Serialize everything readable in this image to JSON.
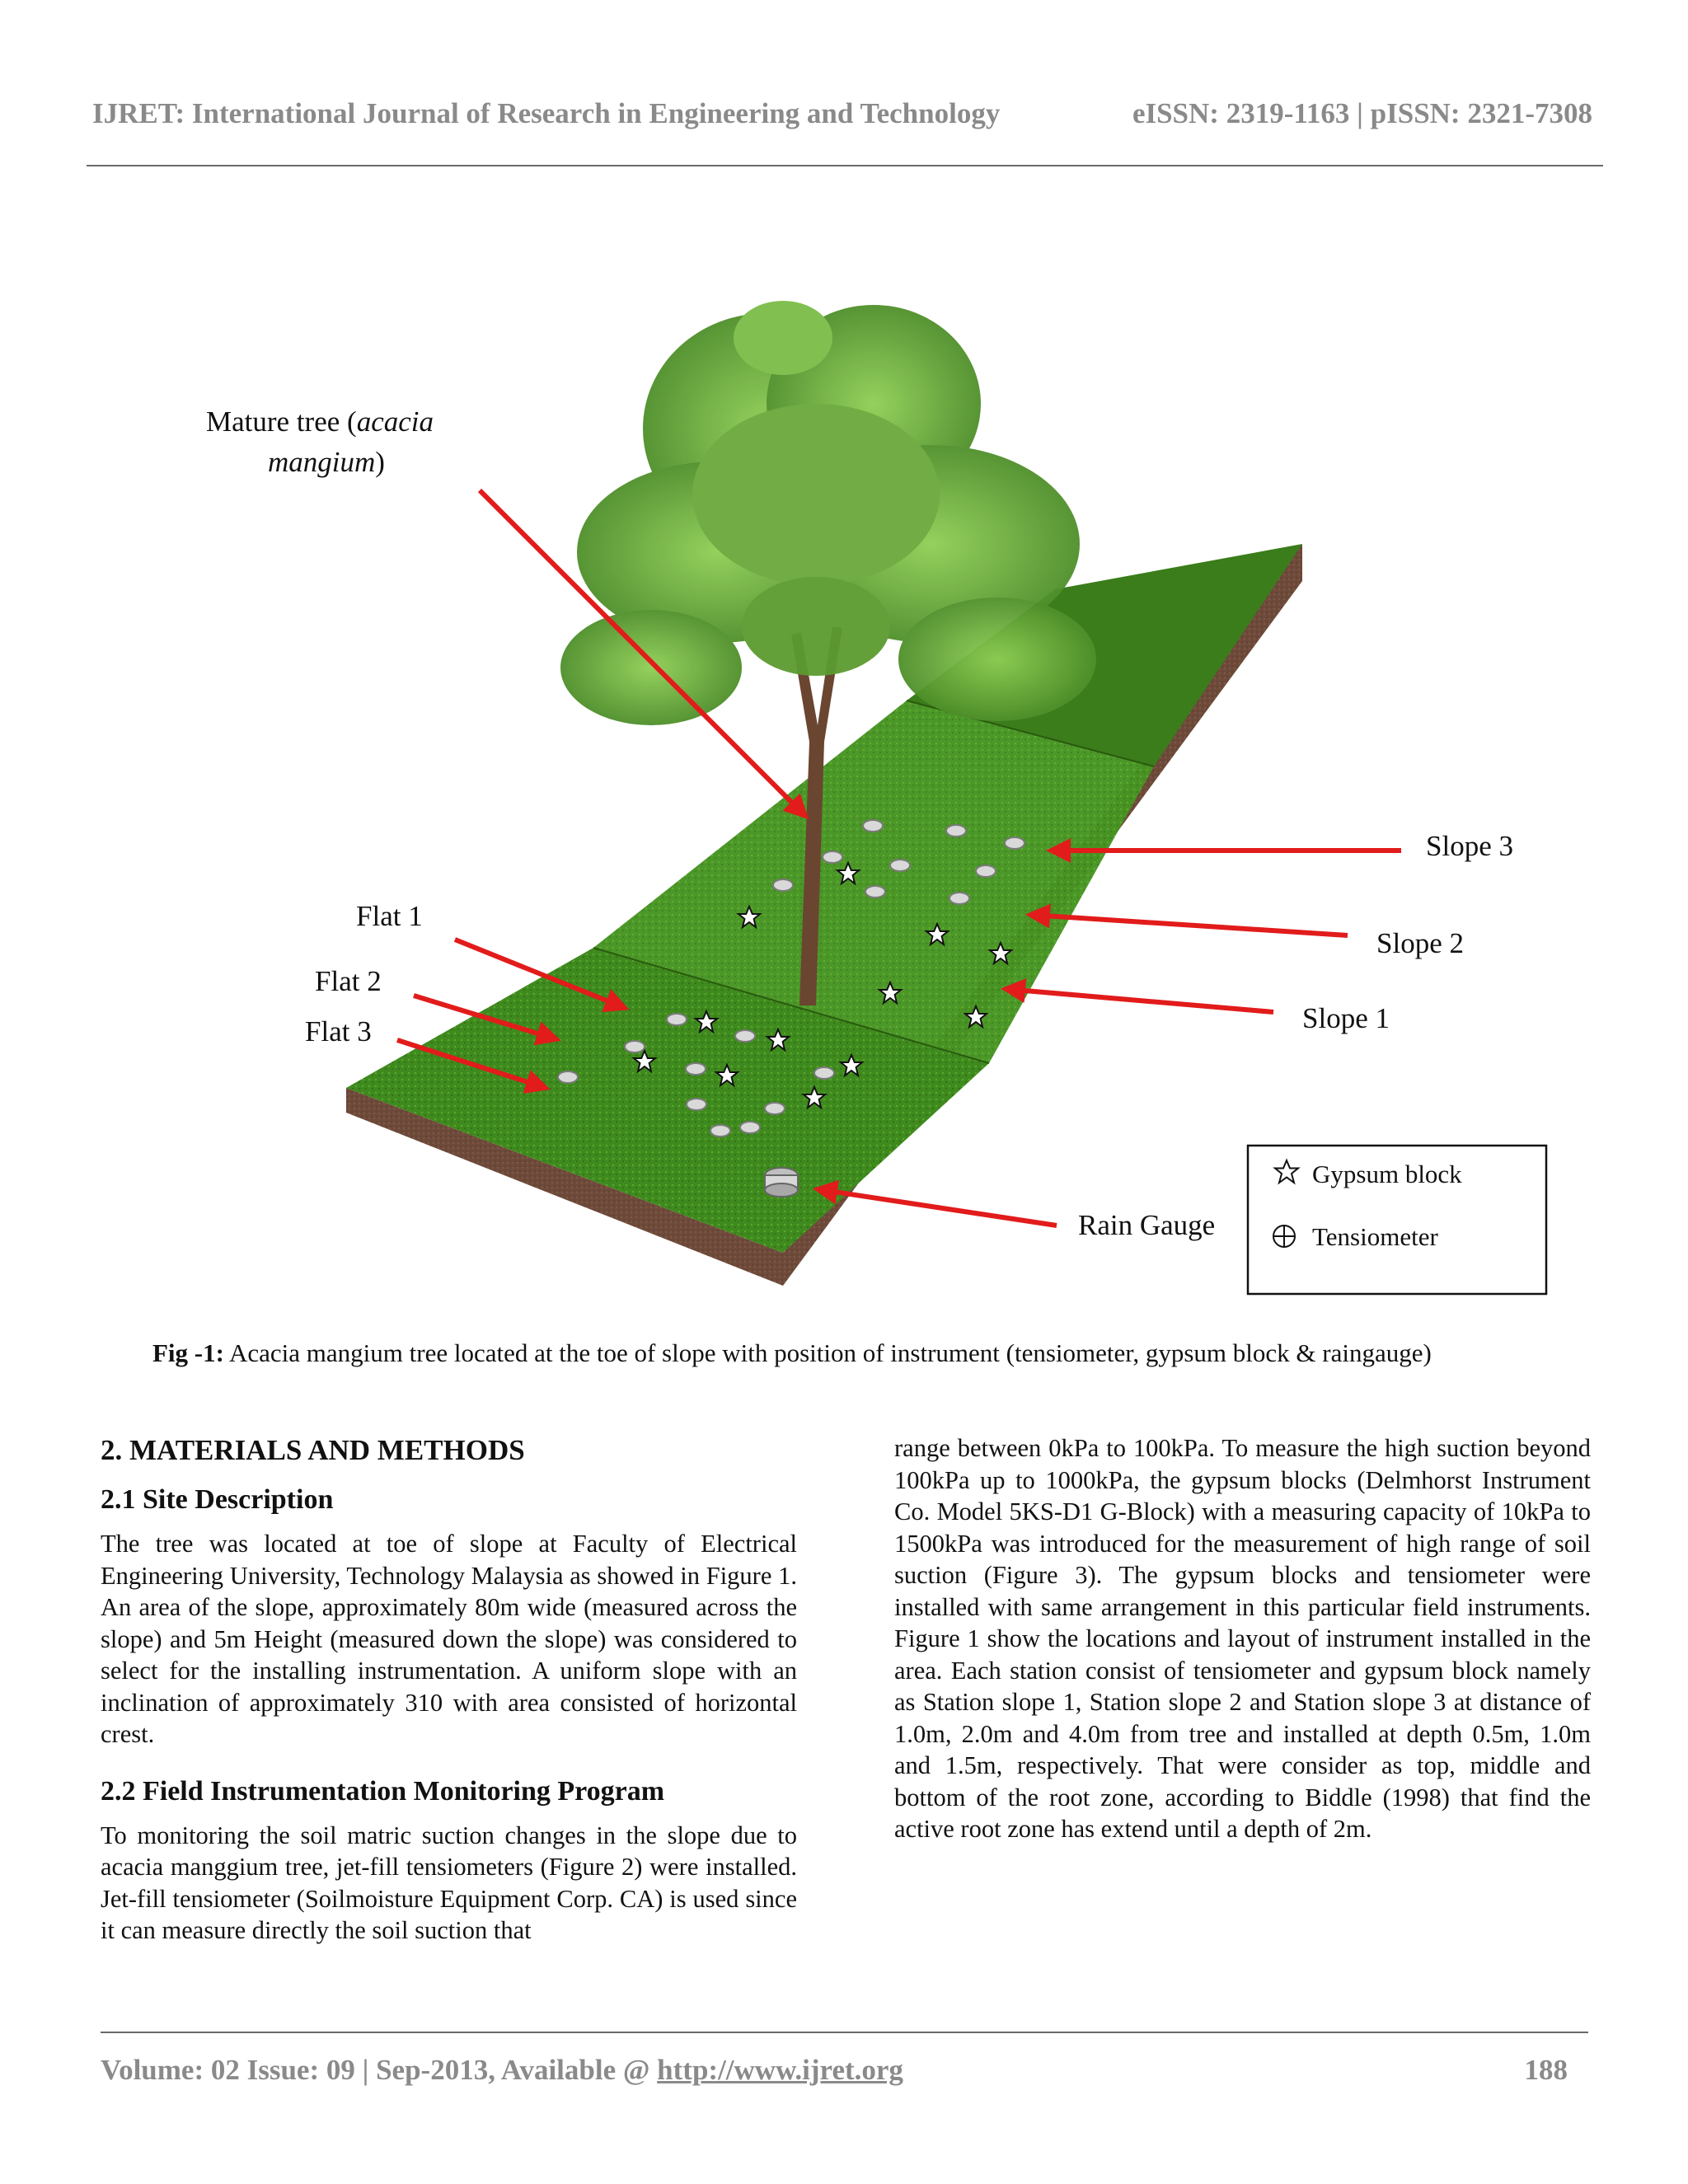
{
  "header": {
    "journal": "IJRET: International Journal of Research in Engineering and Technology",
    "issn": "eISSN: 2319-1163 | pISSN: 2321-7308"
  },
  "figure": {
    "labels": {
      "mature_tree_line1_a": "Mature tree  (",
      "mature_tree_line1_b": "acacia",
      "mature_tree_line2_a": "mangium",
      "mature_tree_line2_b": ")",
      "slope3": "Slope 3",
      "slope2": "Slope 2",
      "slope1": "Slope 1",
      "flat1": "Flat 1",
      "flat2": "Flat 2",
      "flat3": "Flat 3",
      "rain_gauge": "Rain Gauge"
    },
    "legend": {
      "gypsum": "Gypsum block",
      "tensiometer": "Tensiometer"
    },
    "colors": {
      "arrow": "#e21b1b",
      "grass": "#3f8a1e",
      "soil": "#6e4a3a"
    }
  },
  "caption": {
    "label": "Fig -1:",
    "text": " Acacia mangium tree located at the toe of slope with position of instrument (tensiometer, gypsum block & raingauge)"
  },
  "left_column": {
    "section_title": "2. MATERIALS AND METHODS",
    "sub1_title": "2.1 Site Description",
    "sub1_text": "The tree was located at toe of slope at Faculty of Electrical Engineering University, Technology Malaysia as showed in Figure 1. An area of the slope, approximately 80m wide (measured across the slope) and 5m Height (measured down the slope) was considered to select for the installing instrumentation. A uniform slope with an inclination of approximately 310 with area consisted of horizontal crest.",
    "sub2_title": "2.2 Field Instrumentation Monitoring Program",
    "sub2_text": "To monitoring the soil matric suction changes in the slope due to acacia manggium tree, jet-fill tensiometers (Figure 2) were installed. Jet-fill tensiometer (Soilmoisture Equipment Corp. CA) is used since it can measure directly the soil suction that"
  },
  "right_column": {
    "text": "range between 0kPa to 100kPa. To measure the high suction beyond 100kPa up to 1000kPa, the gypsum blocks (Delmhorst Instrument Co. Model 5KS-D1 G-Block) with a measuring capacity of 10kPa to 1500kPa was introduced for the measurement of high range of soil suction (Figure 3). The gypsum blocks and tensiometer were installed with same arrangement in this particular field instruments. Figure 1 show the locations and layout of instrument installed in the area. Each station consist of tensiometer and gypsum block namely as Station slope 1, Station slope 2 and Station slope 3 at distance of 1.0m, 2.0m and 4.0m from tree and installed at depth 0.5m, 1.0m and 1.5m,  respectively. That were consider as top, middle and bottom of the root zone, according to Biddle (1998) that find the active root zone has extend until a depth of 2m."
  },
  "footer": {
    "volume": "Volume: 02 Issue: 09 | Sep-2013, Available @ ",
    "url": "http://www.ijret.org",
    "page": "188"
  }
}
